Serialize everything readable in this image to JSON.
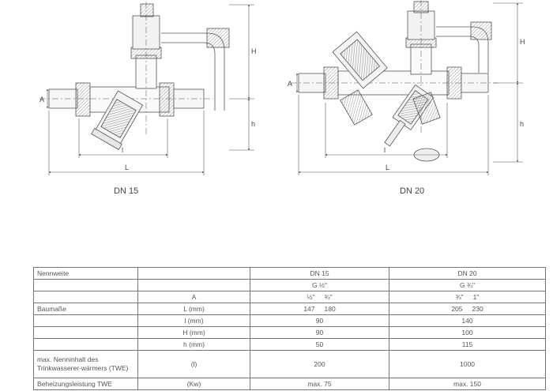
{
  "drawings": {
    "dn15": {
      "caption": "DN 15",
      "labels": {
        "a": "A",
        "l_small": "l",
        "l_large": "L",
        "h_upper": "H",
        "h_lower": "h"
      }
    },
    "dn20": {
      "caption": "DN 20",
      "labels": {
        "a": "A",
        "l_small": "l",
        "l_large": "L",
        "h_upper": "H",
        "h_lower": "h"
      }
    }
  },
  "table": {
    "header": {
      "label": "Nennweite",
      "dn15": "DN 15",
      "dn20": "DN 20"
    },
    "thread": {
      "dn15": "G ½\"",
      "dn20": "G ¾\""
    },
    "row_a": {
      "param": "A",
      "dn15_a": "½\"",
      "dn15_b": "¾\"",
      "dn20_a": "¾\"",
      "dn20_b": "1\""
    },
    "baumasse_label": "Baumaße",
    "row_L": {
      "param": "L (mm)",
      "dn15_a": "147",
      "dn15_b": "180",
      "dn20_a": "205",
      "dn20_b": "230"
    },
    "row_l": {
      "param": "l (mm)",
      "dn15": "90",
      "dn20": "140"
    },
    "row_H": {
      "param": "H (mm)",
      "dn15": "90",
      "dn20": "100"
    },
    "row_h": {
      "param": "h (mm)",
      "dn15": "50",
      "dn20": "115"
    },
    "row_twe": {
      "label": "max. Nenninhalt des Trinkwasserer-wärmers (TWE)",
      "param": "(l)",
      "dn15": "200",
      "dn20": "1000"
    },
    "row_power": {
      "label": "Beheizungsleistung TWE",
      "param": "(Kw)",
      "dn15": "max. 75",
      "dn20": "max. 150"
    }
  }
}
